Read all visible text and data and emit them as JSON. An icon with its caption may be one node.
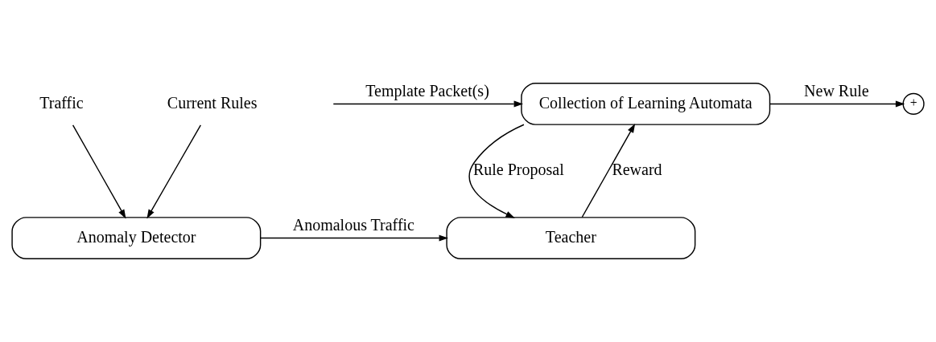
{
  "diagram": {
    "nodes": [
      {
        "text": [
          "Collection of Learning Automata"
        ]
      },
      {
        "text": [
          "Traffic"
        ]
      },
      {
        "text": [
          "Anomaly Detector"
        ]
      },
      {
        "text": [
          "Teacher"
        ]
      },
      {
        "text": [
          "Current Rules"
        ]
      },
      {
        "text": [
          "+"
        ]
      }
    ],
    "edges": [
      {
        "from": null,
        "to": 0,
        "arrow": "to",
        "label": "Template Packet(s)"
      },
      {
        "from": 0,
        "to": 3,
        "arrow": "to",
        "label": "Rule Proposal"
      },
      {
        "from": 3,
        "to": 0,
        "arrow": "to",
        "label": "Reward"
      },
      {
        "from": 1,
        "to": 2,
        "arrow": "to"
      },
      {
        "from": 2,
        "to": 3,
        "arrow": "to",
        "label": "Anomalous Traffic"
      },
      {
        "from": 4,
        "to": 2,
        "arrow": "to"
      },
      {
        "from": 0,
        "to": 5,
        "arrow": "to",
        "label": "New Rule"
      }
    ]
  }
}
